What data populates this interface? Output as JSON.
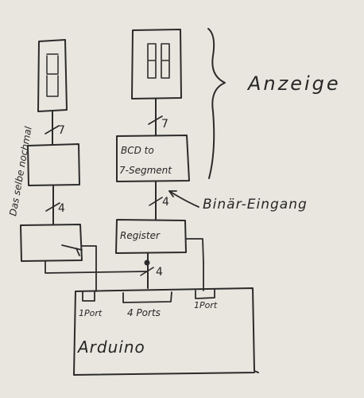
{
  "labels": {
    "display": "Anzeige",
    "bcd_line1": "BCD to",
    "bcd_line2": "7-Segment",
    "register": "Register",
    "binary_input": "Binär-Eingang",
    "same_again": "Das selbe nochmal",
    "arduino": "Arduino",
    "port_left": "1Port",
    "ports_middle": "4 Ports",
    "port_right": "1Port",
    "bus_7_left": "7",
    "bus_7_right": "7",
    "bus_4_left": "4",
    "bus_4_right_upper": "4",
    "bus_4_right_lower": "4"
  },
  "colors": {
    "paper": "#e9e6df",
    "ink": "#2b2b2b"
  }
}
